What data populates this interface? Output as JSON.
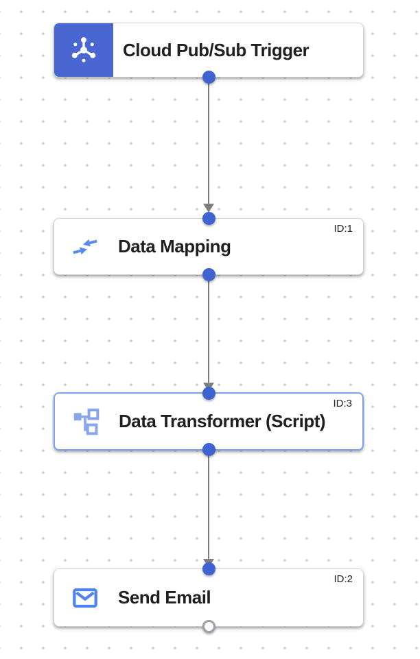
{
  "canvas": {
    "kind": "integration-workflow-canvas",
    "background": "#ffffff",
    "grid_dot_color": "#c6c8cb"
  },
  "colors": {
    "trigger_block_blue": "#4a67d1",
    "port_blue": "#3f63d0",
    "selected_node_border": "#7ba2ee",
    "edge_gray": "#7f7f7f",
    "icon_blue": "#4f83ee",
    "transformer_icon_blue": "#8aa6ea",
    "title_text": "#1f1f1f"
  },
  "nodes": [
    {
      "title": "Cloud Pub/Sub Trigger",
      "id_label": "",
      "type": "trigger",
      "icon": "pubsub-icon"
    },
    {
      "title": "Data Mapping",
      "id_label": "ID:1",
      "type": "task",
      "icon": "data-mapping-icon"
    },
    {
      "title": "Data Transformer (Script)",
      "id_label": "ID:3",
      "type": "task",
      "icon": "data-transformer-icon",
      "selected": true
    },
    {
      "title": "Send Email",
      "id_label": "ID:2",
      "type": "task",
      "icon": "email-icon"
    }
  ],
  "edges": [
    {
      "from": "Cloud Pub/Sub Trigger",
      "to": "Data Mapping"
    },
    {
      "from": "Data Mapping",
      "to": "Data Transformer (Script)"
    },
    {
      "from": "Data Transformer (Script)",
      "to": "Send Email"
    }
  ]
}
